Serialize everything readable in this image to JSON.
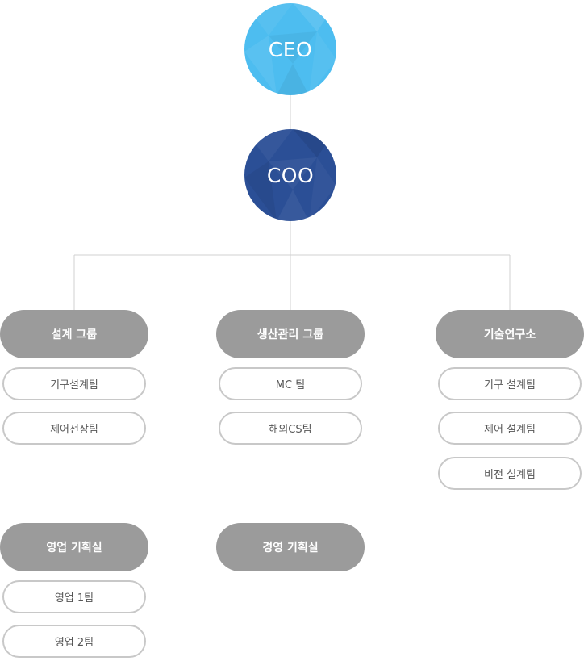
{
  "ceo": {
    "label": "CEO",
    "color": "#4dbdf0"
  },
  "coo": {
    "label": "COO",
    "color": "#2b4f96"
  },
  "groups": [
    {
      "label": "설계 그룹",
      "teams": [
        "기구설계팀",
        "제어전장팀"
      ]
    },
    {
      "label": "생산관리 그룹",
      "teams": [
        "MC 팀",
        "해외CS팀"
      ]
    },
    {
      "label": "기술연구소",
      "teams": [
        "기구 설계팀",
        "제어 설계팀",
        "비전 설계팀"
      ]
    },
    {
      "label": "영업 기획실",
      "teams": [
        "영업 1팀",
        "영업 2팀"
      ]
    },
    {
      "label": "경영 기획실",
      "teams": []
    }
  ],
  "colors": {
    "group_fill": "#9b9b9b",
    "team_border": "#c8c8c8",
    "connector": "#d0d0d0"
  }
}
